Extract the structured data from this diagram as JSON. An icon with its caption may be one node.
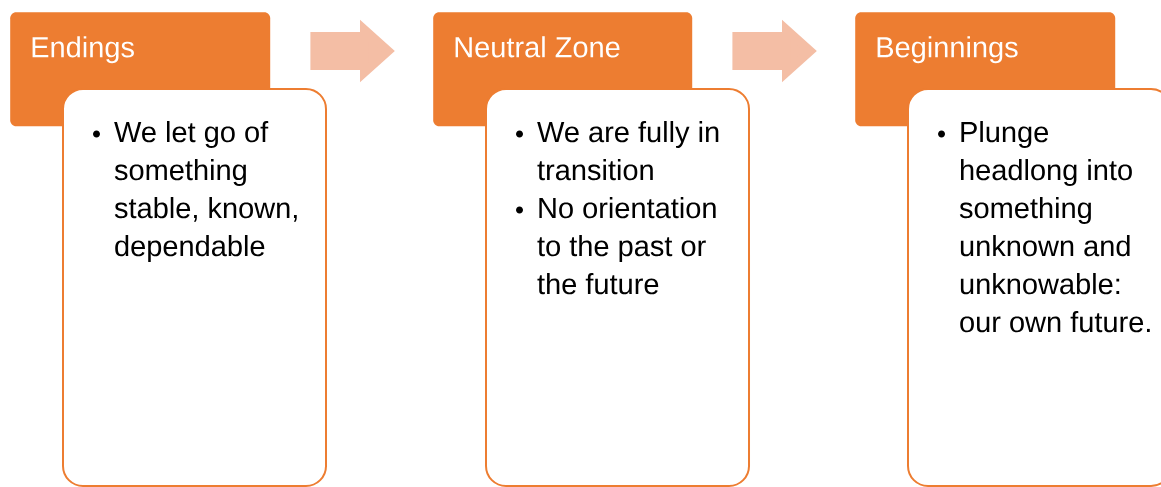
{
  "diagram": {
    "nodes": [
      {
        "text": [
          "Endings"
        ]
      },
      {
        "text": [
          "We let go of something stable, known, dependable"
        ]
      },
      {
        "text": [
          "Neutral Zone"
        ]
      },
      {
        "text": [
          "We are fully in transition",
          "No orientation to the past or the future"
        ]
      },
      {
        "text": [
          "Beginnings"
        ]
      },
      {
        "text": [
          "Plunge headlong into something unknown and unknowable: our own future."
        ]
      }
    ],
    "edges": [
      {
        "from": 0,
        "to": 2,
        "arrow": "to"
      },
      {
        "from": 2,
        "to": 4,
        "arrow": "to"
      }
    ]
  }
}
